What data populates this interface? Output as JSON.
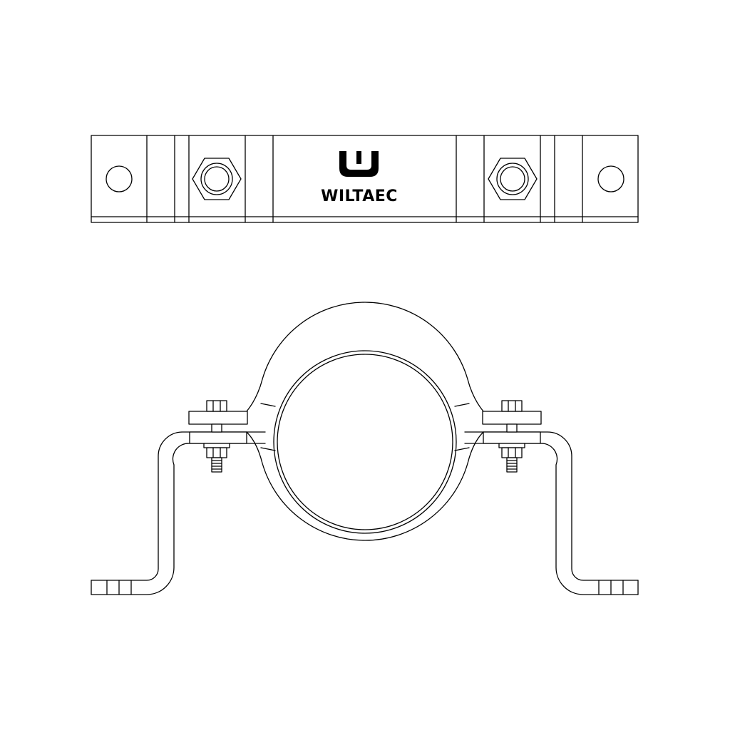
{
  "brand": {
    "name": "WILTAEC",
    "logo_icon": "w-cup-logo-icon"
  },
  "views": {
    "top": "top-view",
    "front": "front-view"
  },
  "colors": {
    "stroke": "#000000",
    "background": "#ffffff"
  }
}
